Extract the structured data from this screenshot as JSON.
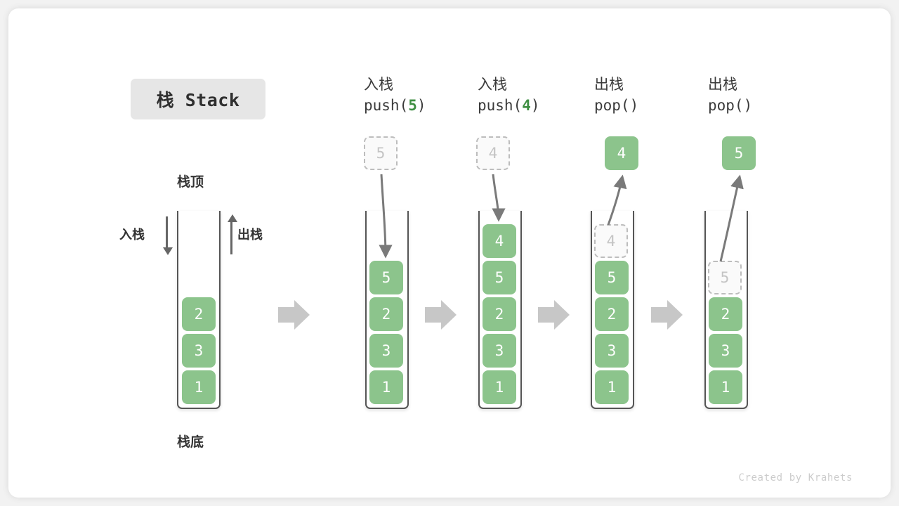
{
  "title_badge": {
    "label": "栈 Stack"
  },
  "labels": {
    "stack_top": "栈顶",
    "stack_bottom": "栈底",
    "push": "入栈",
    "pop": "出栈"
  },
  "footer": {
    "credit": "Created by Krahets"
  },
  "colors": {
    "element_green": "#8cc48c",
    "arg_green": "#3f8f43",
    "ghost_border": "#bdbdbd",
    "ghost_text": "#c4c4c4",
    "container_border": "#555555",
    "step_arrow": "#c7c7c7",
    "badge_bg": "#e6e6e6",
    "text": "#333333"
  },
  "columns": [
    {
      "id": "initial",
      "header_line1": "",
      "header_line2": "",
      "header_arg": "",
      "stack": [
        "2",
        "3",
        "1"
      ],
      "incoming": null,
      "outgoing": null
    },
    {
      "id": "push-5",
      "header_line1": "入栈",
      "header_line2_pre": "push(",
      "header_arg": "5",
      "header_line2_post": ")",
      "stack": [
        "5",
        "2",
        "3",
        "1"
      ],
      "incoming": {
        "value": "5",
        "state": "ghost"
      },
      "outgoing": null
    },
    {
      "id": "push-4",
      "header_line1": "入栈",
      "header_line2_pre": "push(",
      "header_arg": "4",
      "header_line2_post": ")",
      "stack": [
        "4",
        "5",
        "2",
        "3",
        "1"
      ],
      "incoming": {
        "value": "4",
        "state": "ghost"
      },
      "outgoing": null
    },
    {
      "id": "pop-1",
      "header_line1": "出栈",
      "header_line2_pre": "pop(",
      "header_arg": "",
      "header_line2_post": ")",
      "stack": [
        "4",
        "5",
        "2",
        "3",
        "1"
      ],
      "removed": "4",
      "incoming": null,
      "outgoing": {
        "value": "4",
        "state": "solid"
      }
    },
    {
      "id": "pop-2",
      "header_line1": "出栈",
      "header_line2_pre": "pop(",
      "header_arg": "",
      "header_line2_post": ")",
      "stack": [
        "5",
        "2",
        "3",
        "1"
      ],
      "removed": "5",
      "incoming": null,
      "outgoing": {
        "value": "5",
        "state": "solid"
      }
    }
  ],
  "stack_cells": {
    "c1": [
      "2",
      "3",
      "1"
    ],
    "c2": [
      "5",
      "2",
      "3",
      "1"
    ],
    "c3": [
      "4",
      "5",
      "2",
      "3",
      "1"
    ],
    "c4_ghost": "4",
    "c4": [
      "5",
      "2",
      "3",
      "1"
    ],
    "c5_ghost": "5",
    "c5": [
      "2",
      "3",
      "1"
    ]
  },
  "floating": {
    "push5_ghost": "5",
    "push4_ghost": "4",
    "pop1_out": "4",
    "pop2_out": "5"
  }
}
